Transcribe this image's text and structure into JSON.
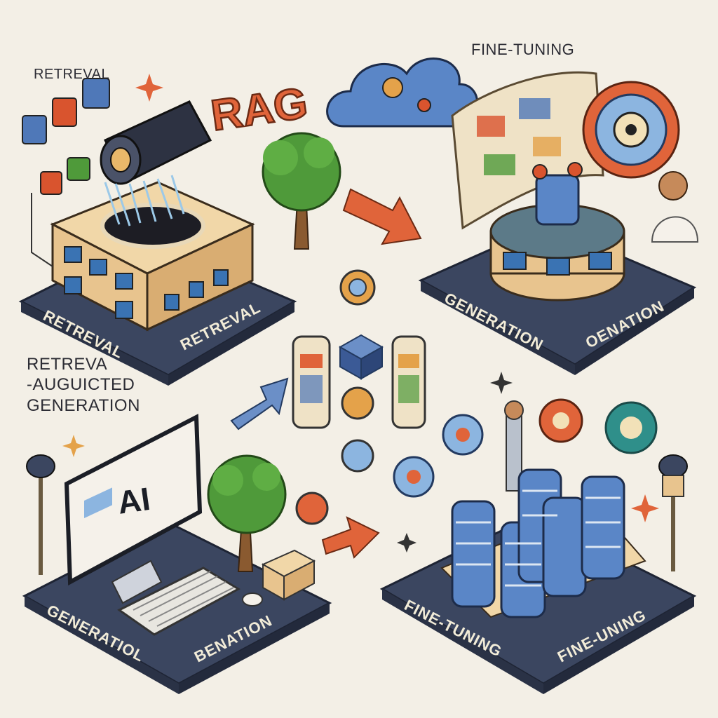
{
  "labels": {
    "top_left": "RETREVAL",
    "rag_logo": "RAG",
    "top_right": "FINE-TUNING",
    "left_caption_1": "RETREVA",
    "left_caption_2": "-AUGUICTED",
    "left_caption_3": "GENERATION",
    "monitor_text": "AI"
  },
  "platforms": {
    "top_left": {
      "left": "RETREVAL",
      "right": "RETREVAL"
    },
    "top_right": {
      "left": "GENERATION",
      "right": "OENATION"
    },
    "bottom_left": {
      "left": "GENERATIOL",
      "right": "BENATION"
    },
    "bottom_right": {
      "left": "FINE-TUNING",
      "right": "FINE-UNING"
    }
  },
  "colors": {
    "background": "#f3efe6",
    "platform": "#3b4660",
    "accent_orange": "#e0643a",
    "accent_blue": "#4f78b8",
    "tree_green": "#4f9a3a",
    "building_tan": "#e8c48e"
  },
  "icons": [
    "cloud-icon",
    "tree-icon",
    "gear-icon",
    "server-icon",
    "monitor-icon",
    "keyboard-icon",
    "sparkle-icon",
    "arrow-icon",
    "cylinder-icon",
    "cube-icon"
  ]
}
